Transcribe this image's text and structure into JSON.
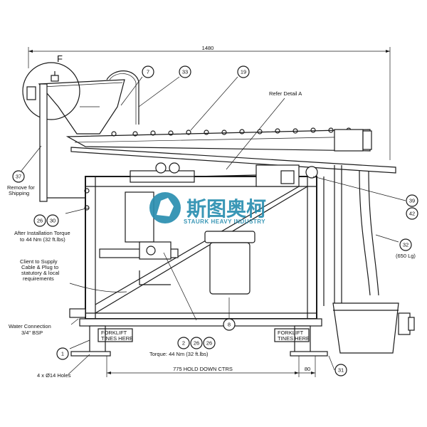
{
  "dimensions": {
    "overall_width": "1480",
    "hold_down_ctrs": "775 HOLD DOWN CTRS",
    "edge_offset": "80"
  },
  "detail_letter": "F",
  "notes": {
    "refer_detail": "Refer Detail A",
    "remove_for_shipping": [
      "Remove for",
      "Shipping"
    ],
    "after_install_torque": [
      "After Installation Torque",
      "to 44 Nm (32 ft.lbs)"
    ],
    "client_supply": [
      "Client to Supply",
      "Cable & Plug to",
      "statutory & local",
      "requirements"
    ],
    "water_connection": [
      "Water Connection",
      "3/4\" BSP"
    ],
    "holes": "4 x Ø14 Holes",
    "torque": "Torque: 44 Nm (32 ft.lbs)",
    "forklift_left": [
      "FORKLIFT",
      "TINES HERE"
    ],
    "forklift_right": [
      "FORKLIFT",
      "TINES HERE"
    ],
    "weight_32": "(650 Lg)"
  },
  "balloons": {
    "b7": "7",
    "b33": "33",
    "b19": "19",
    "b37": "37",
    "b26a": "26",
    "b30": "30",
    "b39": "39",
    "b42": "42",
    "b32": "32",
    "b8": "8",
    "b2": "2",
    "b26b": "26",
    "b26c": "26",
    "b1": "1",
    "b31": "31"
  },
  "watermark": {
    "cn": "斯图奥柯",
    "en": "STAURK HEAVY INDUSTRY"
  },
  "colors": {
    "watermark": "#2a8fb0",
    "line": "#1a1a1a"
  }
}
